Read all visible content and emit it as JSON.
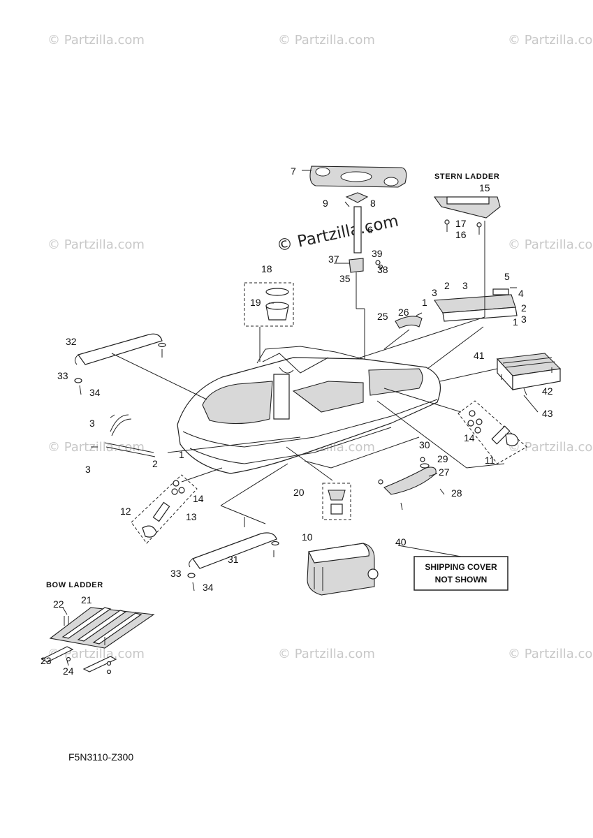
{
  "watermarks": {
    "small": "© Partzilla.com",
    "center": "© Partzilla.com"
  },
  "headings": {
    "stern_ladder": "STERN LADDER",
    "bow_ladder": "BOW LADDER"
  },
  "note": {
    "line1": "SHIPPING COVER",
    "line2": "NOT SHOWN"
  },
  "diagram_code": "F5N3110-Z300",
  "callouts": {
    "c7": "7",
    "c9": "9",
    "c8": "8",
    "c6": "6",
    "c37": "37",
    "c39": "39",
    "c38": "38",
    "c35": "35",
    "c18": "18",
    "c19": "19",
    "c15": "15",
    "c17": "17",
    "c16": "16",
    "c5": "5",
    "c4": "4",
    "c2a": "2",
    "c3a": "3",
    "c3b": "3",
    "c1a": "1",
    "c2b": "2",
    "c1b": "1",
    "c3c": "3",
    "c26": "26",
    "c25": "25",
    "c32": "32",
    "c33a": "33",
    "c34a": "34",
    "c41": "41",
    "c42": "42",
    "c43": "43",
    "c3d": "3",
    "c2c": "2",
    "c3e": "3",
    "c1c": "1",
    "c14a": "14",
    "c11": "11",
    "c30": "30",
    "c29": "29",
    "c27": "27",
    "c28": "28",
    "c20": "20",
    "c12": "12",
    "c14b": "14",
    "c13": "13",
    "c10": "10",
    "c40": "40",
    "c31": "31",
    "c33b": "33",
    "c34b": "34",
    "c22": "22",
    "c21": "21",
    "c23": "23",
    "c24": "24"
  }
}
